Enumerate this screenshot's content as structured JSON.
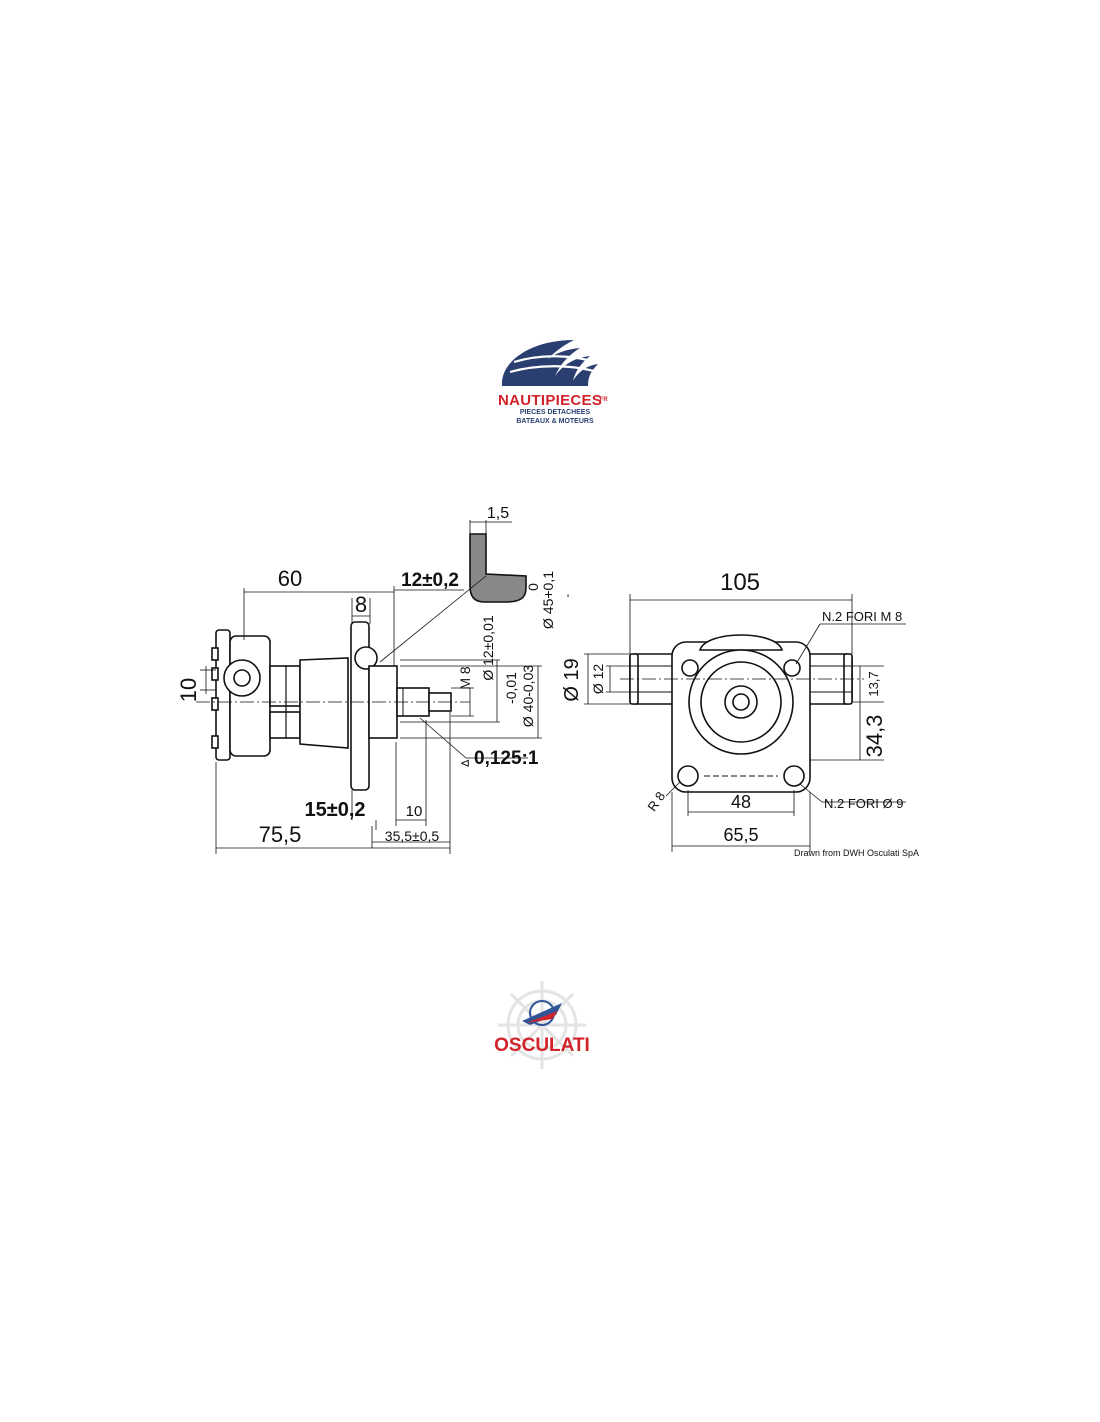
{
  "brand_top": {
    "name": "NAUTIPIECES",
    "suffix": ".FR",
    "line1": "PIECES DETACHEES",
    "line2": "BATEAUX & MOTEURS",
    "colors": {
      "navy": "#2a3f70",
      "red": "#d2232a"
    }
  },
  "drawing": {
    "side_view": {
      "dim_60": "60",
      "dim_8": "8",
      "dim_12_tol": "12±0,2",
      "dim_1_5": "1,5",
      "dim_10": "10",
      "dim_m8": "M 8",
      "dim_12_shaft": "Ø 12±0,01",
      "dim_40_tol_top": "-0,01",
      "dim_40": "Ø 40-0,03",
      "dim_45_top": "0",
      "dim_45": "Ø 45+0,1",
      "taper": "0,125:1",
      "dim_15_tol": "15±0,2",
      "dim_10_bottom": "10",
      "dim_75_5": "75,5",
      "dim_35_5": "35,5±0,5"
    },
    "front_view": {
      "dim_105": "105",
      "holes_m8": "N.2 FORI M 8",
      "dim_19": "Ø 19",
      "dim_12_port": "Ø 12",
      "dim_13_7": "13,7",
      "dim_34_3": "34,3",
      "radius": "R 8",
      "dim_48": "48",
      "holes_9": "N.2 FORI Ø 9",
      "dim_65_5": "65,5",
      "credit": "Drawn from DWH Osculati SpA"
    }
  },
  "brand_bottom": {
    "name": "OSCULATI",
    "colors": {
      "red": "#d2232a",
      "blue": "#2f5597"
    }
  }
}
